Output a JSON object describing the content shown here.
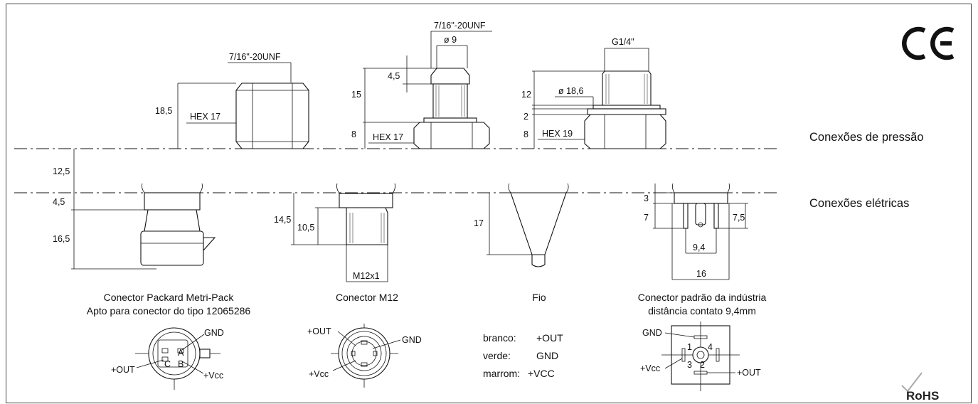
{
  "side_labels": {
    "pressure": "Conexões de pressão",
    "electrical": "Conexões elétricas"
  },
  "pressure_dims": {
    "a_thread": "7/16\"-20UNF",
    "a_height": "18,5",
    "a_hex": "HEX 17",
    "b_thread": "7/16\"-20UNF",
    "b_dia": "ø 9",
    "b_h1": "4,5",
    "b_h2": "15",
    "b_h3": "8",
    "b_hex": "HEX 17",
    "c_thread": "G1/4\"",
    "c_h1": "12",
    "c_dia": "ø 18,6",
    "c_h2": "2",
    "c_h3": "8",
    "c_hex": "HEX 19"
  },
  "electrical_dims": {
    "left_gap": "12,5",
    "left_h1": "4,5",
    "left_h2": "16,5",
    "m12_h1": "14,5",
    "m12_h2": "10,5",
    "m12_thread": "M12x1",
    "fio_h": "17",
    "din_h1": "3",
    "din_h2": "7",
    "din_h3": "7,5",
    "din_w1": "9,4",
    "din_w2": "16"
  },
  "captions": {
    "packard_1": "Conector Packard Metri-Pack",
    "packard_2": "Apto para conector do tipo 12065286",
    "m12": "Conector M12",
    "fio": "Fio",
    "din_1": "Conector padrão da indústria",
    "din_2": "distância contato 9,4mm"
  },
  "pinouts": {
    "packard": {
      "gnd": "GND",
      "out": "+OUT",
      "vcc": "+Vcc",
      "pin_a": "A",
      "pin_b": "B",
      "pin_c": "C"
    },
    "m12": {
      "out": "+OUT",
      "gnd": "GND",
      "vcc": "+Vcc"
    },
    "din": {
      "gnd": "GND",
      "vcc": "+Vcc",
      "out": "+OUT",
      "n1": "1",
      "n2": "2",
      "n3": "3",
      "n4": "4"
    }
  },
  "wire_table": [
    {
      "color": "branco:",
      "signal": "+OUT"
    },
    {
      "color": "verde:",
      "signal": "GND"
    },
    {
      "color": "marrom:",
      "signal": "+VCC"
    }
  ],
  "marks": {
    "ce": "CE",
    "rohs": "RoHS"
  }
}
